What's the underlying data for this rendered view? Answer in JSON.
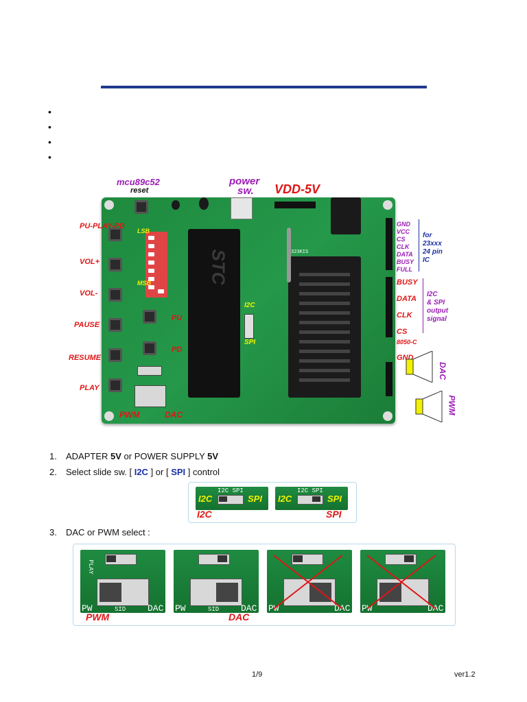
{
  "board": {
    "mcu_label": "mcu89c52",
    "reset_label": "reset",
    "power_label": "power",
    "sw_label": "sw.",
    "vdd_label": "VDD-5V",
    "left_buttons": [
      "PU-PLAY-PD",
      "VOL+",
      "VOL-",
      "PAUSE",
      "RESUME",
      "PLAY"
    ],
    "pu_label": "PU",
    "pd_label": "PD",
    "pwm_label": "PWM",
    "dac_label": "DAC",
    "lsb_label": "LSB",
    "msb_label": "MSB",
    "chip_label": "STC",
    "socket_label": "323KIS",
    "i2c_label": "I2C",
    "spi_label": "SPI",
    "j1_pins": [
      "GND",
      "VCC",
      "CS",
      "CLK",
      "DATA",
      "BUSY",
      "FULL"
    ],
    "for_note": [
      "for",
      "23xxx",
      "24 pin",
      "IC"
    ],
    "out_pins": [
      "BUSY",
      "DATA",
      "CLK",
      "CS"
    ],
    "out_note": [
      "I2C",
      "& SPI",
      "output",
      "signal"
    ],
    "osc_label": "8050-C",
    "gnd_label": "GND",
    "speaker_dac": "DAC",
    "speaker_pwm": "PWM"
  },
  "steps": {
    "s1_num": "1.",
    "s1_a": "ADAPTER ",
    "s1_b": "5V",
    "s1_c": " or POWER SUPPLY ",
    "s1_d": "5V",
    "s2_num": "2.",
    "s2_a": "Select slide sw. [ ",
    "s2_b": "I2C",
    "s2_c": " ] or [ ",
    "s2_d": "SPI",
    "s2_e": " ] control",
    "s3_num": "3.",
    "s3_a": "DAC or PWM select :"
  },
  "switch_photos": {
    "left_caption": "I2C",
    "right_caption": "SPI",
    "in_label_i2c": "I2C",
    "in_label_spi": "SPI",
    "tiny": "I2C SPI"
  },
  "mode_photos": {
    "caption_pwm": "PWM",
    "caption_dac": "DAC",
    "play": "PLAY",
    "pw": "PW",
    "dac": "DAC",
    "sid": "SID"
  },
  "footer": {
    "page": "1/9",
    "version": "ver1.2"
  }
}
